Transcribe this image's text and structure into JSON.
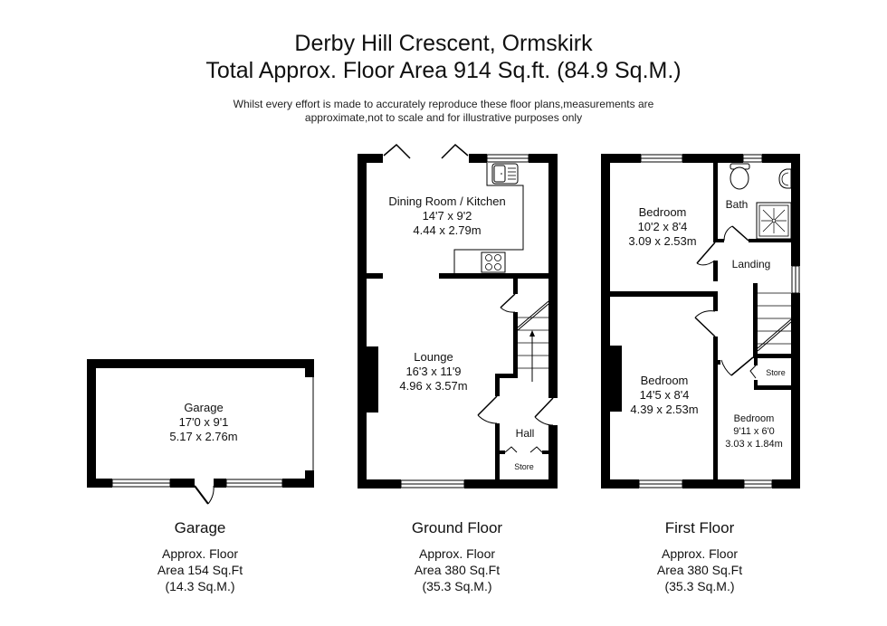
{
  "header": {
    "title": "Derby Hill Crescent, Ormskirk",
    "total_area": "Total Approx. Floor Area 914 Sq.ft. (84.9 Sq.M.)",
    "disclaimer_line1": "Whilst every effort is made to accurately reproduce these floor plans,measurements are",
    "disclaimer_line2": "approximate,not to scale and for illustrative purposes only"
  },
  "rooms": {
    "garage": {
      "name": "Garage",
      "imperial": "17'0 x 9'1",
      "metric": "5.17 x 2.76m"
    },
    "dining_kitchen": {
      "name": "Dining Room / Kitchen",
      "imperial": "14'7 x 9'2",
      "metric": "4.44 x 2.79m"
    },
    "lounge": {
      "name": "Lounge",
      "imperial": "16'3 x 11'9",
      "metric": "4.96 x 3.57m"
    },
    "hall": {
      "name": "Hall"
    },
    "ground_store": {
      "name": "Store"
    },
    "bedroom1": {
      "name": "Bedroom",
      "imperial": "10'2 x 8'4",
      "metric": "3.09 x 2.53m"
    },
    "bath": {
      "name": "Bath"
    },
    "landing": {
      "name": "Landing"
    },
    "bedroom2": {
      "name": "Bedroom",
      "imperial": "14'5 x 8'4",
      "metric": "4.39 x 2.53m"
    },
    "first_store": {
      "name": "Store"
    },
    "bedroom3": {
      "name": "Bedroom",
      "imperial": "9'11 x 6'0",
      "metric": "3.03 x 1.84m"
    }
  },
  "floors": [
    {
      "name": "Garage",
      "line1": "Approx. Floor",
      "line2": "Area 154 Sq.Ft",
      "line3": "(14.3 Sq.M.)"
    },
    {
      "name": "Ground Floor",
      "line1": "Approx. Floor",
      "line2": "Area 380 Sq.Ft",
      "line3": "(35.3 Sq.M.)"
    },
    {
      "name": "First Floor",
      "line1": "Approx. Floor",
      "line2": "Area 380 Sq.Ft",
      "line3": "(35.3 Sq.M.)"
    }
  ]
}
